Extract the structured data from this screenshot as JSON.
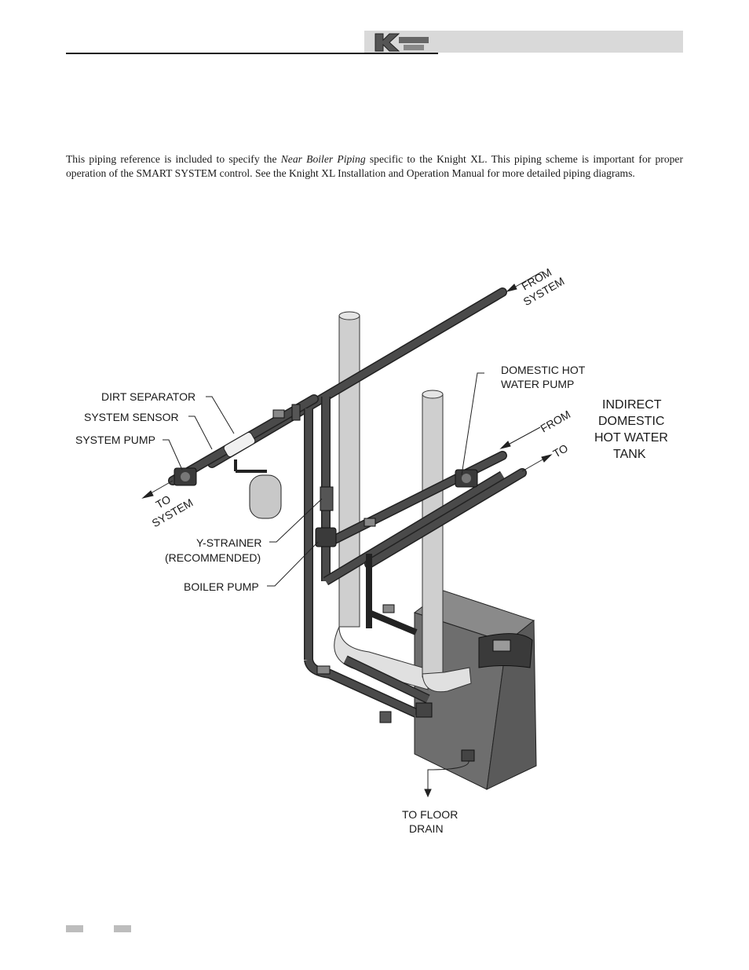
{
  "header": {
    "logo_icon": "knight-xl-logo"
  },
  "intro": {
    "text_before": "This piping reference is included to specify the ",
    "emphasis": "Near Boiler Piping",
    "text_after": " specific to the Knight XL.  This piping scheme is important for proper operation of the SMART SYSTEM control.  See the Knight XL Installation and Operation Manual for more detailed piping diagrams."
  },
  "diagram": {
    "labels": {
      "from_system_1": "FROM",
      "from_system_2": "SYSTEM",
      "domestic_pump_1": "DOMESTIC HOT",
      "domestic_pump_2": "WATER PUMP",
      "tank_1": "INDIRECT",
      "tank_2": "DOMESTIC",
      "tank_3": "HOT WATER",
      "tank_4": "TANK",
      "from_tank": "FROM",
      "to_tank": "TO",
      "dirt_separator": "DIRT SEPARATOR",
      "system_sensor": "SYSTEM SENSOR",
      "system_pump": "SYSTEM PUMP",
      "to_system_1": "TO",
      "to_system_2": "SYSTEM",
      "y_strainer_1": "Y-STRAINER",
      "y_strainer_2": "(RECOMMENDED)",
      "boiler_pump": "BOILER PUMP",
      "floor_drain_1": "TO FLOOR",
      "floor_drain_2": "DRAIN"
    }
  },
  "colors": {
    "pipe_dark": "#4a4a4a",
    "pipe_light": "#cfcfcf",
    "header_band": "#d9d9d9",
    "boiler_body": "#6e6e6e"
  }
}
